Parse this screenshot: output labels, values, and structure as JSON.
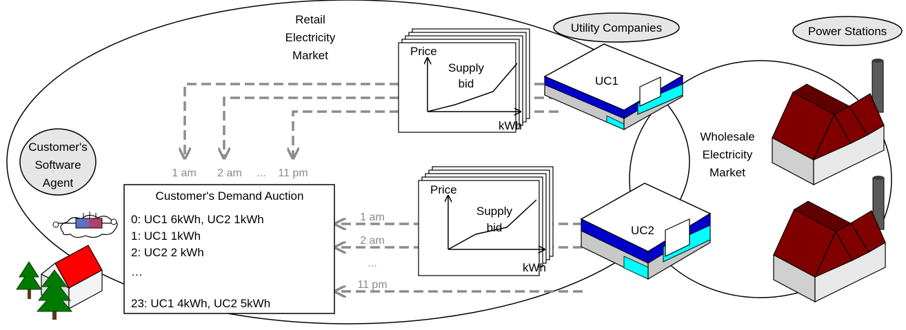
{
  "labels": {
    "retail_market": [
      "Retail",
      "Electricity",
      "Market"
    ],
    "utility_companies": "Utility Companies",
    "power_stations": "Power Stations",
    "wholesale_market": [
      "Wholesale",
      "Electricity",
      "Market"
    ],
    "customer_agent": [
      "Customer's",
      "Software",
      "Agent"
    ]
  },
  "uc1": {
    "name": "UC1",
    "chart": {
      "ylabel": "Price",
      "xlabel": "kWh",
      "curve_label": [
        "Supply",
        "bid"
      ]
    }
  },
  "uc2": {
    "name": "UC2",
    "chart": {
      "ylabel": "Price",
      "xlabel": "kWh",
      "curve_label": [
        "Supply",
        "bid"
      ]
    }
  },
  "hours_top": {
    "h1": "1 am",
    "h2": "2 am",
    "ellipsis": "...",
    "h3": "11 pm"
  },
  "hours_bottom": {
    "h1": "1 am",
    "h2": "2 am",
    "ellipsis": "...",
    "h3": "11 pm"
  },
  "auction": {
    "title": "Customer's Demand Auction",
    "rows": [
      "0: UC1 6kWh, UC2 1kWh",
      "1: UC1 1kWh",
      "2: UC2 2 kWh",
      "…",
      "23: UC1 4kWh, UC2 5kWh"
    ]
  },
  "colors": {
    "uc_blue": "#0000cc",
    "uc_cyan": "#00ffff",
    "factory_roof": "#800000",
    "house_roof": "#ff0000",
    "tree": "#007a00",
    "label_oval": "#e6e6e6",
    "dashed_arrow": "#8c8c8c"
  }
}
